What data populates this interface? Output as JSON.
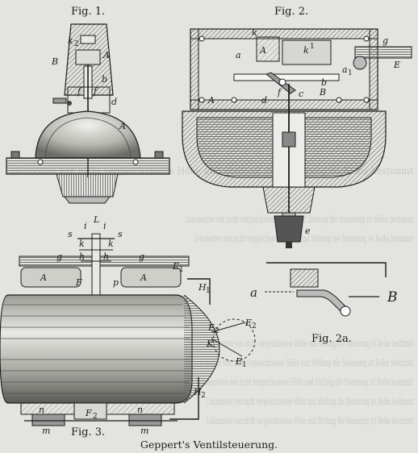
{
  "page": {
    "caption": "Geppert's Ventilsteuerung.",
    "background_text": "Lokomotive von nicht vergleichsweise Höhe und Stellung die Steuerung ist Reihe bestimmt"
  },
  "fig1": {
    "title": "Fig. 1.",
    "labels": {
      "k2": "k",
      "k2_sub": "2",
      "A_top": "A",
      "B": "B",
      "b": "b",
      "f1": "f",
      "f2": "f",
      "d": "d",
      "A_body": "A"
    }
  },
  "fig2": {
    "title": "Fig. 2.",
    "labels": {
      "k": "k",
      "A1": "A",
      "k1": "k",
      "k1_sup": "1",
      "g": "g",
      "E": "E",
      "a": "a",
      "a1": "a",
      "a1_sub": "1",
      "B": "B",
      "b": "b",
      "c": "c",
      "d": "d",
      "A2": "A",
      "f": "f",
      "e": "e"
    }
  },
  "fig2a": {
    "title": "Fig. 2a.",
    "labels": {
      "a": "a",
      "B": "B"
    }
  },
  "fig3": {
    "title": "Fig. 3.",
    "labels": {
      "L": "L",
      "s_left": "s",
      "i_left": "i",
      "i_right": "i",
      "s_right": "s",
      "k_left": "k",
      "k_right": "k",
      "g_left": "g",
      "h_left": "h",
      "h_right": "h",
      "g_right": "g",
      "E1": "E",
      "E1_sub": "1",
      "A_left": "A",
      "A_right": "A",
      "F_left": "F",
      "p": "p",
      "H1": "H",
      "H1_sub": "1",
      "E2_label": "E",
      "E2_sub": "2",
      "E2b": "E",
      "E2b_sub": "2",
      "K": "K",
      "E_bottom": "E",
      "E_bottom_sub": "1",
      "H2": "H",
      "H2_sub": "2",
      "n_left": "n",
      "n_right": "n",
      "F2": "F",
      "F2_sub": "2",
      "m_left": "m",
      "m_right": "m"
    }
  },
  "colors": {
    "paper": "#e4e4e0",
    "ink": "#1c1c1c",
    "hatch": "#6a6a66",
    "mid": "#9a9a95"
  }
}
